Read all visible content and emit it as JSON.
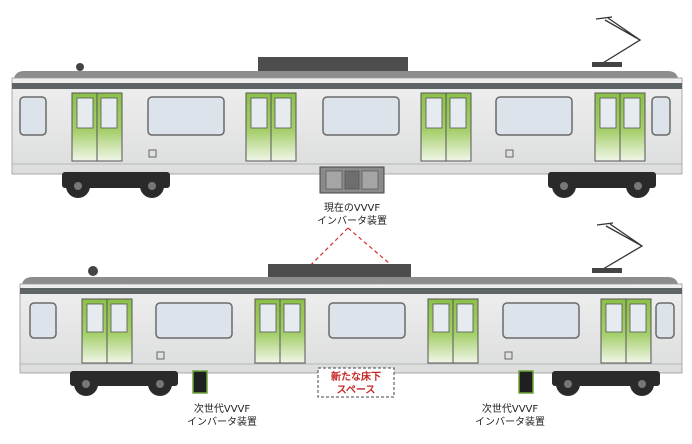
{
  "labels": {
    "current_line1": "現在のVVVF",
    "current_line2": "インバータ装置",
    "next_left_line1": "次世代VVVF",
    "next_left_line2": "インバータ装置",
    "next_right_line1": "次世代VVVF",
    "next_right_line2": "インバータ装置",
    "space_line1": "新たな床下",
    "space_line2": "スペース"
  },
  "colors": {
    "body": "#e9eaea",
    "roof": "#7a7a7a",
    "stripe": "#5e6366",
    "door_green": "#8dc14a",
    "window": "#dde3ea",
    "bogie": "#2a2a2a",
    "arrow_red": "#d32f2f",
    "inverter_current": "#8a8a8a",
    "inverter_next": "#2b2b2b"
  }
}
